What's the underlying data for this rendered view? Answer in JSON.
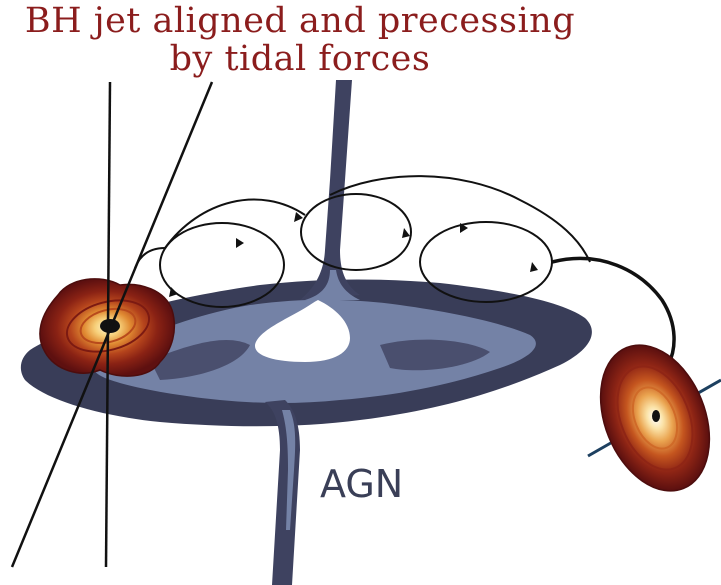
{
  "title": {
    "line1": "BH jet aligned and precessing",
    "line2": "by tidal forces"
  },
  "labels": {
    "agn": "AGN"
  },
  "colors": {
    "title": "#8b1d1d",
    "disk_dark": "#393d58",
    "disk_light": "#7482a6",
    "jet": "#3e4260",
    "orbit": "#111111",
    "bh_disk_outer": "#6e1414",
    "bh_disk_mid": "#c4541e",
    "bh_disk_inner": "#f0c277",
    "bh_jet_right": "#1d4060"
  }
}
